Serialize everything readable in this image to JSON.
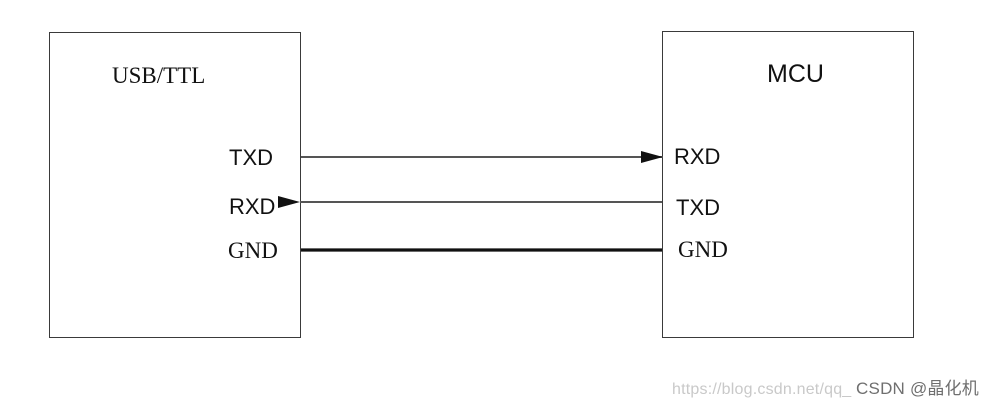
{
  "diagram": {
    "left_box": {
      "title": "USB/TTL",
      "pins": [
        "TXD",
        "RXD",
        "GND"
      ]
    },
    "right_box": {
      "title": "MCU",
      "pins": [
        "RXD",
        "TXD",
        "GND"
      ]
    },
    "connections": [
      {
        "from": "USB/TTL TXD",
        "to": "MCU RXD",
        "direction": "right",
        "style": "thin arrow"
      },
      {
        "from": "MCU TXD",
        "to": "USB/TTL RXD",
        "direction": "left",
        "style": "thin arrow"
      },
      {
        "from": "USB/TTL GND",
        "to": "MCU GND",
        "direction": "none",
        "style": "thick line"
      }
    ]
  },
  "watermark": {
    "url": "https://blog.csdn.net/qq_",
    "brand": "CSDN @晶化机"
  }
}
